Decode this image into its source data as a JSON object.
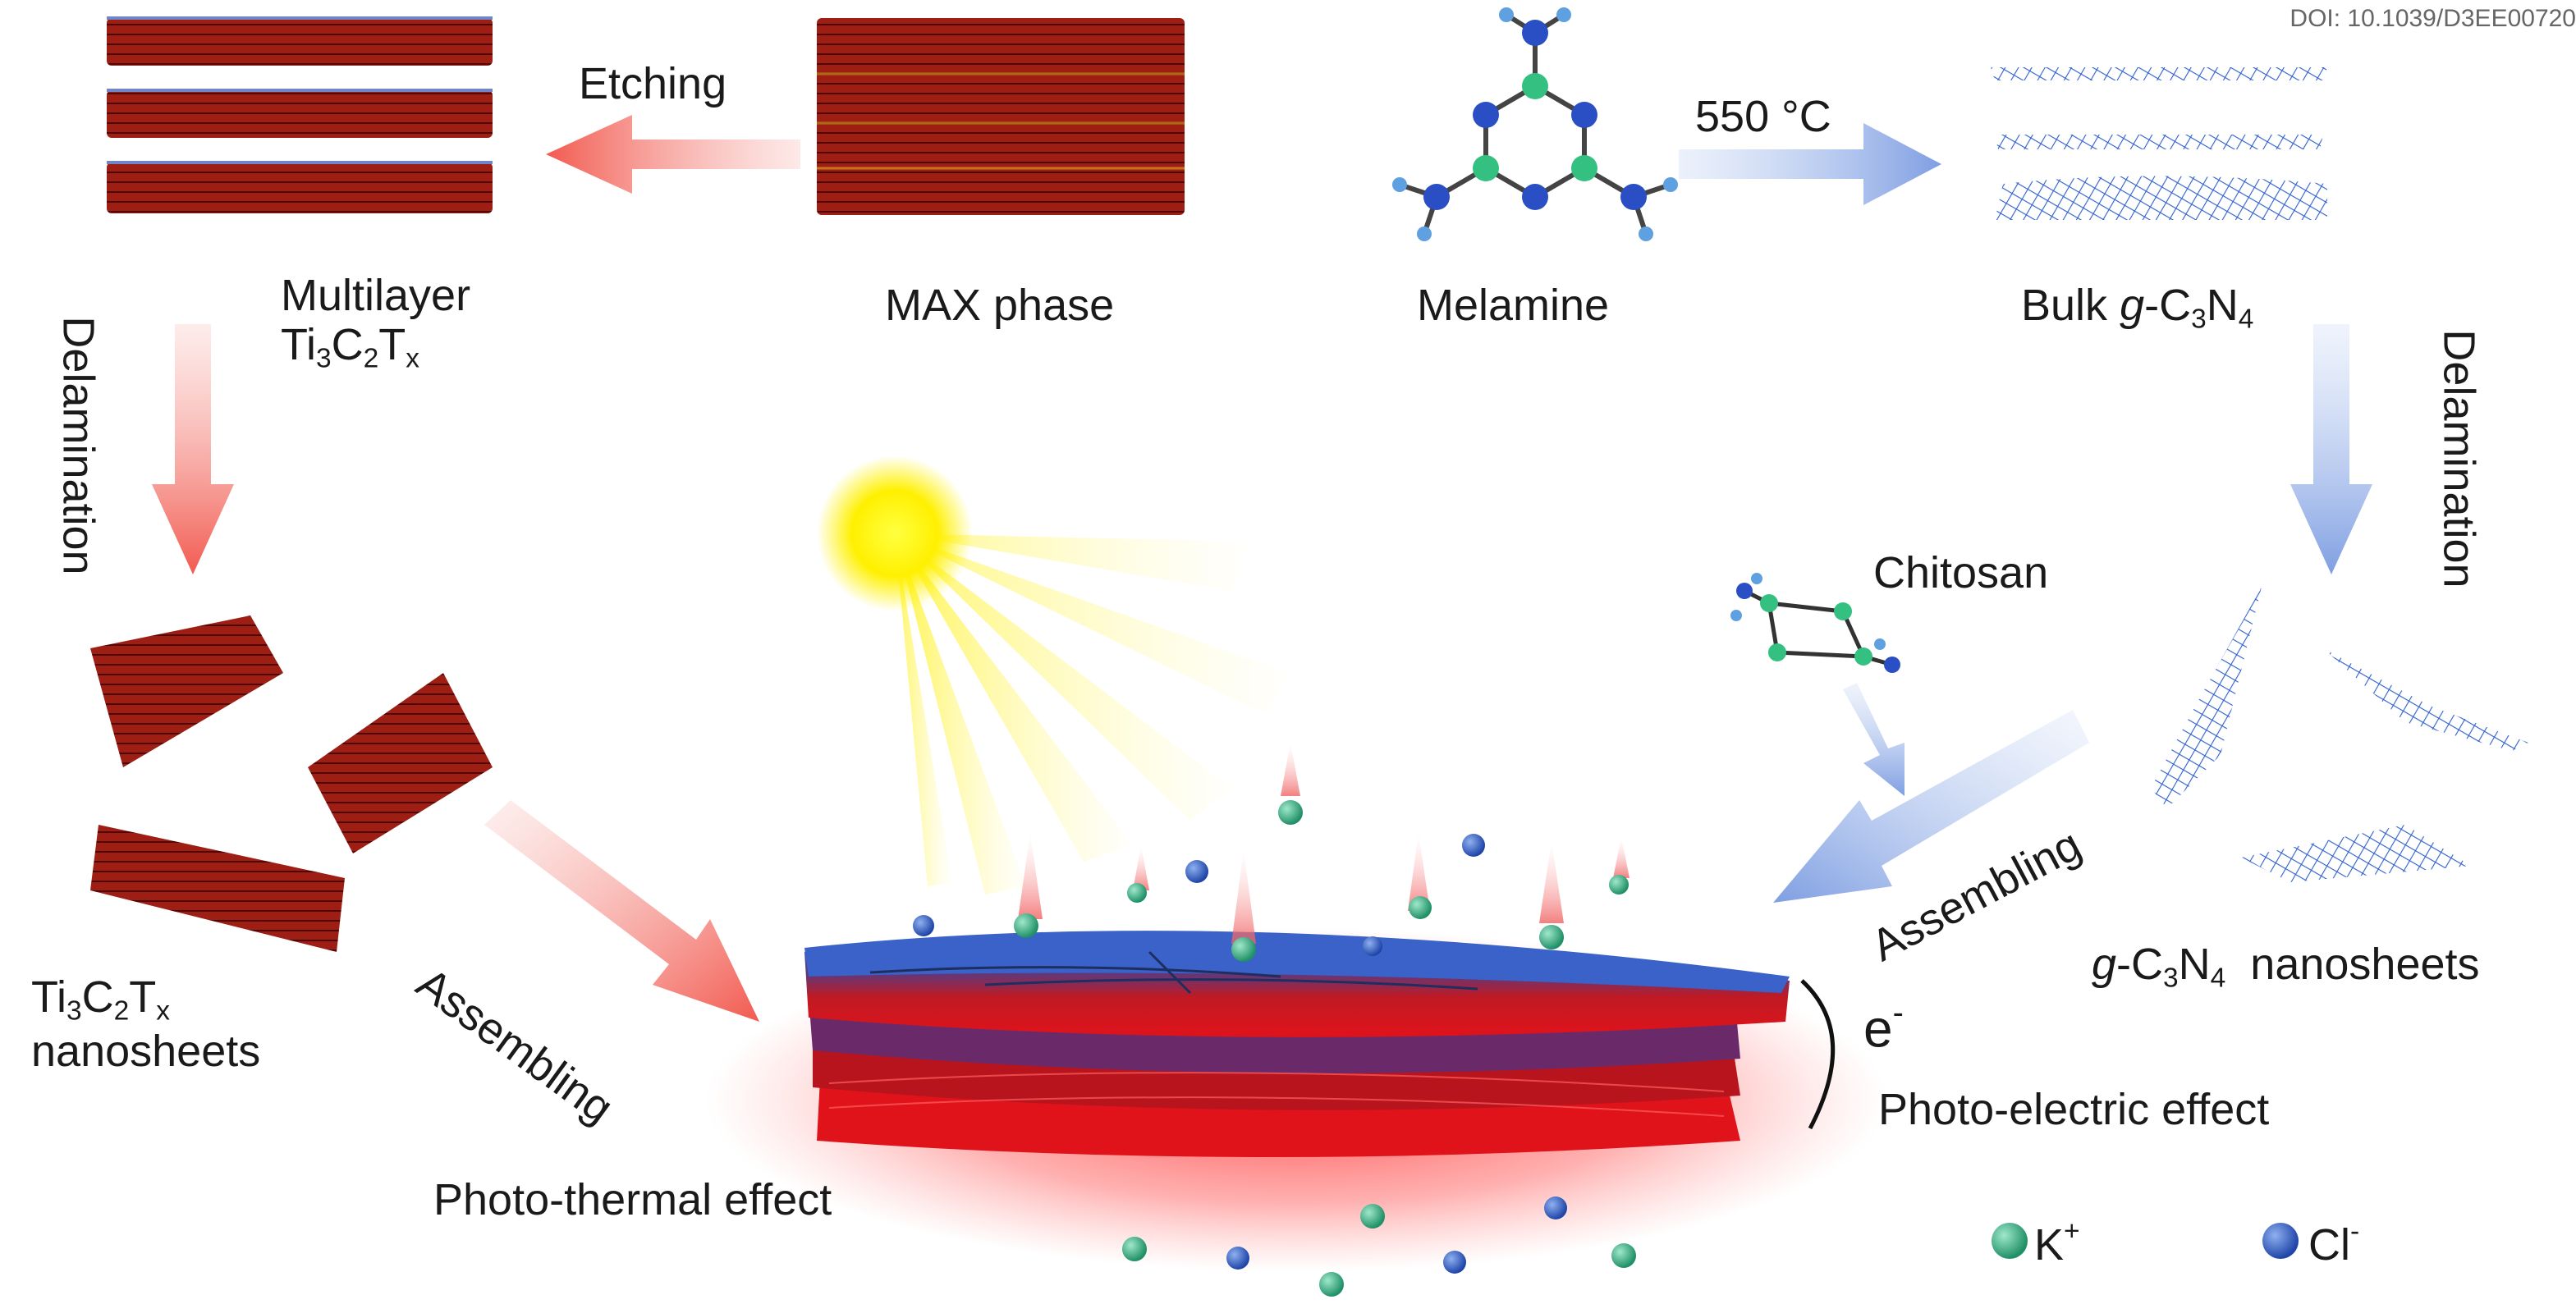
{
  "doi": "DOI: 10.1039/D3EE00720",
  "labels": {
    "etching": "Etching",
    "max_phase": "MAX phase",
    "melamine": "Melamine",
    "temperature": "550 °C",
    "multilayer_line1": "Multilayer",
    "mxene_formula": {
      "base1": "Ti",
      "s1": "3",
      "base2": "C",
      "s2": "2",
      "base3": "T",
      "s3": "x"
    },
    "bulk_prefix": "Bulk ",
    "gcn_formula": {
      "g": "g",
      "dash": "-C",
      "s1": "3",
      "n": "N",
      "s2": "4"
    },
    "delamination_left": "Delamination",
    "delamination_right": "Delamination",
    "chitosan": "Chitosan",
    "assembling_left": "Assembling",
    "assembling_right": "Assembling",
    "mxene_nanosheets_suffix": "nanosheets",
    "gcn_nanosheets_suffix": "nanosheets",
    "electron": "e",
    "electron_sup": "-",
    "photo_electric": "Photo-electric effect",
    "photo_thermal": "Photo-thermal effect",
    "k_ion": "K",
    "k_sup": "+",
    "cl_ion": "Cl",
    "cl_sup": "-"
  },
  "colors": {
    "mxene_red": "#b0231a",
    "gcn_blue": "#2f5fd0",
    "k_green": "#2aa37a",
    "cl_blue": "#2c55b8",
    "sun_yellow": "#fff000",
    "arrow_red": "#f47a72",
    "arrow_blue": "#93aee6",
    "glow_red": "#ff2a2a"
  }
}
